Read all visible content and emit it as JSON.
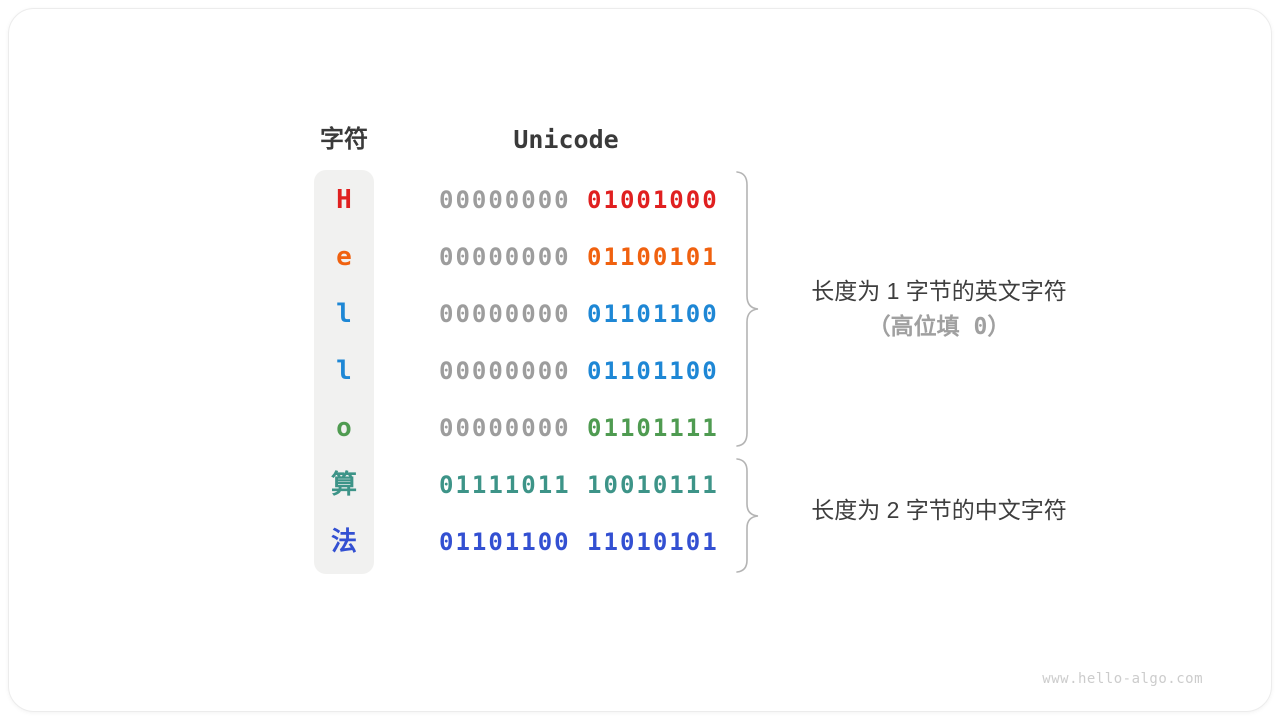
{
  "table": {
    "headers": {
      "char": "字符",
      "unicode": "Unicode"
    },
    "gray_byte_color": "#9d9d9d",
    "rows": [
      {
        "char": "H",
        "byte1": "00000000",
        "byte2": "01001000",
        "color": "#e02020",
        "byte1_gray": true
      },
      {
        "char": "e",
        "byte1": "00000000",
        "byte2": "01100101",
        "color": "#f0610f",
        "byte1_gray": true
      },
      {
        "char": "l",
        "byte1": "00000000",
        "byte2": "01101100",
        "color": "#1e87d5",
        "byte1_gray": true
      },
      {
        "char": "l",
        "byte1": "00000000",
        "byte2": "01101100",
        "color": "#1e87d5",
        "byte1_gray": true
      },
      {
        "char": "o",
        "byte1": "00000000",
        "byte2": "01101111",
        "color": "#4f9b51",
        "byte1_gray": true
      },
      {
        "char": "算",
        "byte1": "01111011",
        "byte2": "10010111",
        "color": "#3d9488",
        "byte1_gray": false
      },
      {
        "char": "法",
        "byte1": "01101100",
        "byte2": "11010101",
        "color": "#3350d2",
        "byte1_gray": false
      }
    ]
  },
  "annotations": [
    {
      "line1": "长度为 1 字节的英文字符",
      "line2": "（高位填 0）"
    },
    {
      "line1": "长度为 2 字节的中文字符"
    }
  ],
  "colors": {
    "header_text": "#3a3a3a",
    "annotation_text": "#3e3e3e",
    "annotation_sub_text": "#a0a0a0",
    "brace": "#b4b4b4",
    "char_column_bg": "#f1f1f0",
    "watermark_text": "#cccccc"
  },
  "watermark": "www.hello-algo.com"
}
